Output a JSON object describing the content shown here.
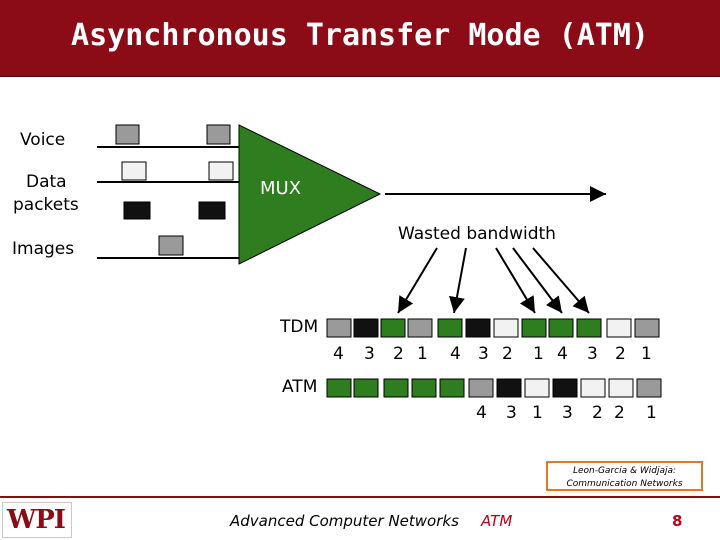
{
  "title": "Asynchronous Transfer Mode (ATM)",
  "inputs": {
    "voice": "Voice",
    "data_line1": "Data",
    "data_line2": "packets",
    "images": "Images"
  },
  "mux_label": "MUX",
  "wasted_label": "Wasted bandwidth",
  "tdm_label": "TDM",
  "atm_label": "ATM",
  "tdm_numbers": [
    "4",
    "3",
    "2",
    "1",
    "4",
    "3",
    "2",
    "1",
    "4",
    "3",
    "2",
    "1"
  ],
  "atm_numbers": [
    "4",
    "3",
    "1",
    "3",
    "2",
    "2",
    "1"
  ],
  "citation_line1": "Leon-Garcia & Widjaja:",
  "citation_line2": "Communication Networks",
  "footer": {
    "course": "Advanced Computer Networks",
    "topic": "ATM",
    "page": "8",
    "logo": "WPI"
  },
  "colors": {
    "title_bg": "#8b0b16",
    "mux_green": "#2e7d1e",
    "voice_cell": "#9a9a9a",
    "data_cell": "#f2f2f2",
    "image_cell": "#111111",
    "citation_border": "#e07a20"
  }
}
